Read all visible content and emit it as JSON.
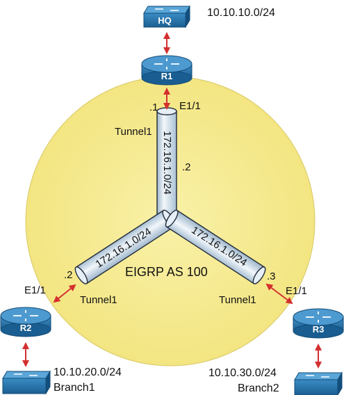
{
  "area": {
    "label": "EIGRP AS 100",
    "fill": "#f7ec95"
  },
  "devices": {
    "hq": {
      "label": "HQ",
      "kind": "switch"
    },
    "r1": {
      "label": "R1",
      "kind": "router"
    },
    "r2": {
      "label": "R2",
      "kind": "router"
    },
    "r3": {
      "label": "R3",
      "kind": "router"
    },
    "branch1": {
      "label": "Branch1",
      "kind": "switch"
    },
    "branch2": {
      "label": "Branch2",
      "kind": "switch"
    }
  },
  "networks": {
    "hq": "10.10.10.0/24",
    "branch1": "10.10.20.0/24",
    "branch2": "10.10.30.0/24"
  },
  "tunnels": {
    "vertical": "172.16.1.0/24",
    "left": "172.16.1.0/24",
    "right": "172.16.1.0/24"
  },
  "interfaces": {
    "r1_host": ".1",
    "r1_intf": "E1/1",
    "r1_tunnel": "Tunnel1",
    "r1_tunnel_host": ".2",
    "r2_host": ".2",
    "r2_intf": "E1/1",
    "r2_tunnel": "Tunnel1",
    "r3_host": ".3",
    "r3_intf": "E1/1",
    "r3_tunnel": "Tunnel1"
  },
  "colors": {
    "device_blue": "#1f6ea8",
    "device_dark": "#0f4d7c",
    "arrow": "#d42f2f",
    "tube_top": "#eef5fb",
    "tube_edge": "#2a3340"
  }
}
